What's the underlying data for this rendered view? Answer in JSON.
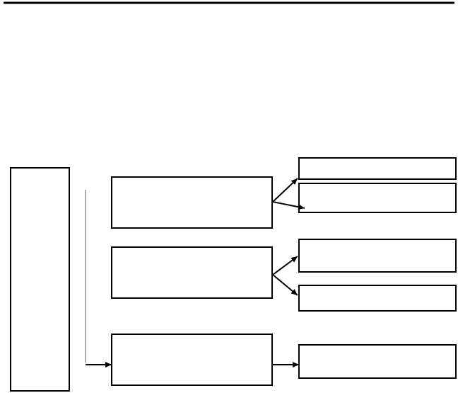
{
  "diagram": {
    "colors": {
      "stroke": "#000000",
      "background": "#ffffff",
      "connector": "#555555"
    },
    "boxes": [
      {
        "id": "left-column",
        "label": ""
      },
      {
        "id": "middle-top",
        "label": ""
      },
      {
        "id": "middle-center",
        "label": ""
      },
      {
        "id": "middle-bottom",
        "label": ""
      },
      {
        "id": "right-1",
        "label": ""
      },
      {
        "id": "right-2",
        "label": ""
      },
      {
        "id": "right-3",
        "label": ""
      },
      {
        "id": "right-4",
        "label": ""
      },
      {
        "id": "right-5",
        "label": ""
      }
    ]
  }
}
